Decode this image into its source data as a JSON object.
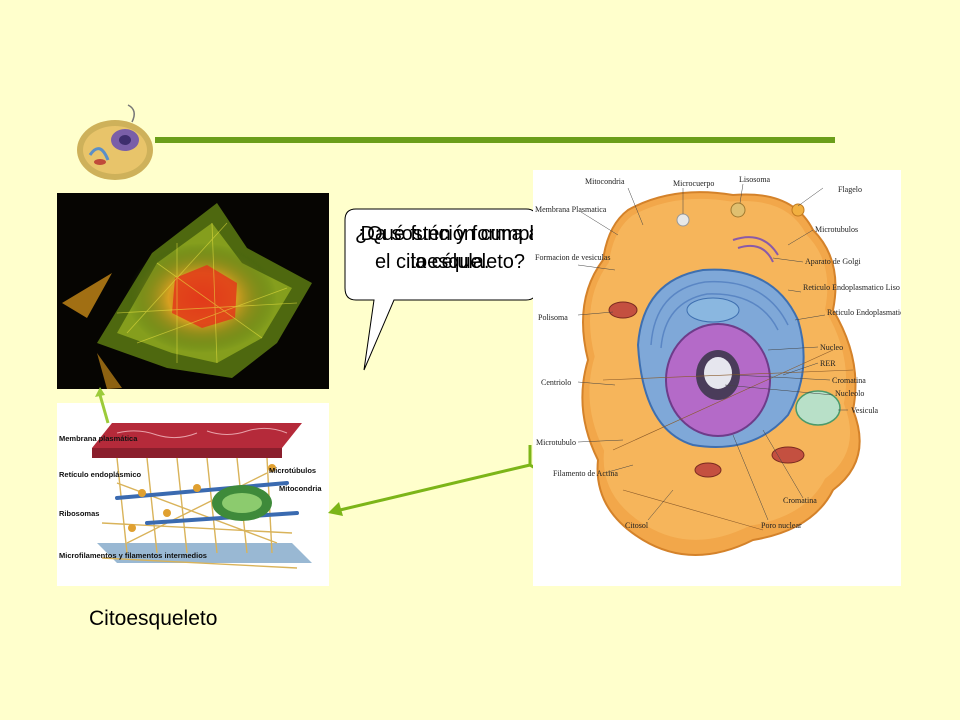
{
  "caption": "Citoesqueleto",
  "bubble": {
    "line_a": "¿Qué función cumple el citoesqueleto?",
    "line_b": "Da sostén y forma a la célula."
  },
  "diagram_labels": {
    "membrana": "Membrana plasmática",
    "reticulo": "Retículo endoplásmico",
    "ribosomas": "Ribosomas",
    "microfilamentos": "Microfilamentos y filamentos intermedios",
    "microtubulos": "Microtúbulos",
    "mitocondria": "Mitocondria"
  },
  "cell_labels": {
    "mitocondria": "Mitocondria",
    "microcuerpo": "Microcuerpo",
    "lisosoma": "Lisosoma",
    "flagelo": "Flagelo",
    "membrana": "Membrana Plasmatica",
    "microtubulos": "Microtubulos",
    "formacion": "Formacion de vesiculas",
    "golgi": "Aparato de Golgi",
    "reticulo_liso": "Reticulo Endoplasmatico Liso",
    "reticulo_rugoso": "Reticulo Endoplasmatico Rugoso",
    "polisoma": "Polisoma",
    "nucleo": "Nucleo",
    "rer": "RER",
    "cromatina": "Cromatina",
    "nucleolo": "Nucleolo",
    "centriolo": "Centriolo",
    "vesicula": "Vesicula",
    "microtubulo": "Microtubulo",
    "filamento": "Filamento de Actina",
    "cromatina2": "Cromatina",
    "citosol": "Citosol",
    "poro": "Poro nuclear"
  }
}
